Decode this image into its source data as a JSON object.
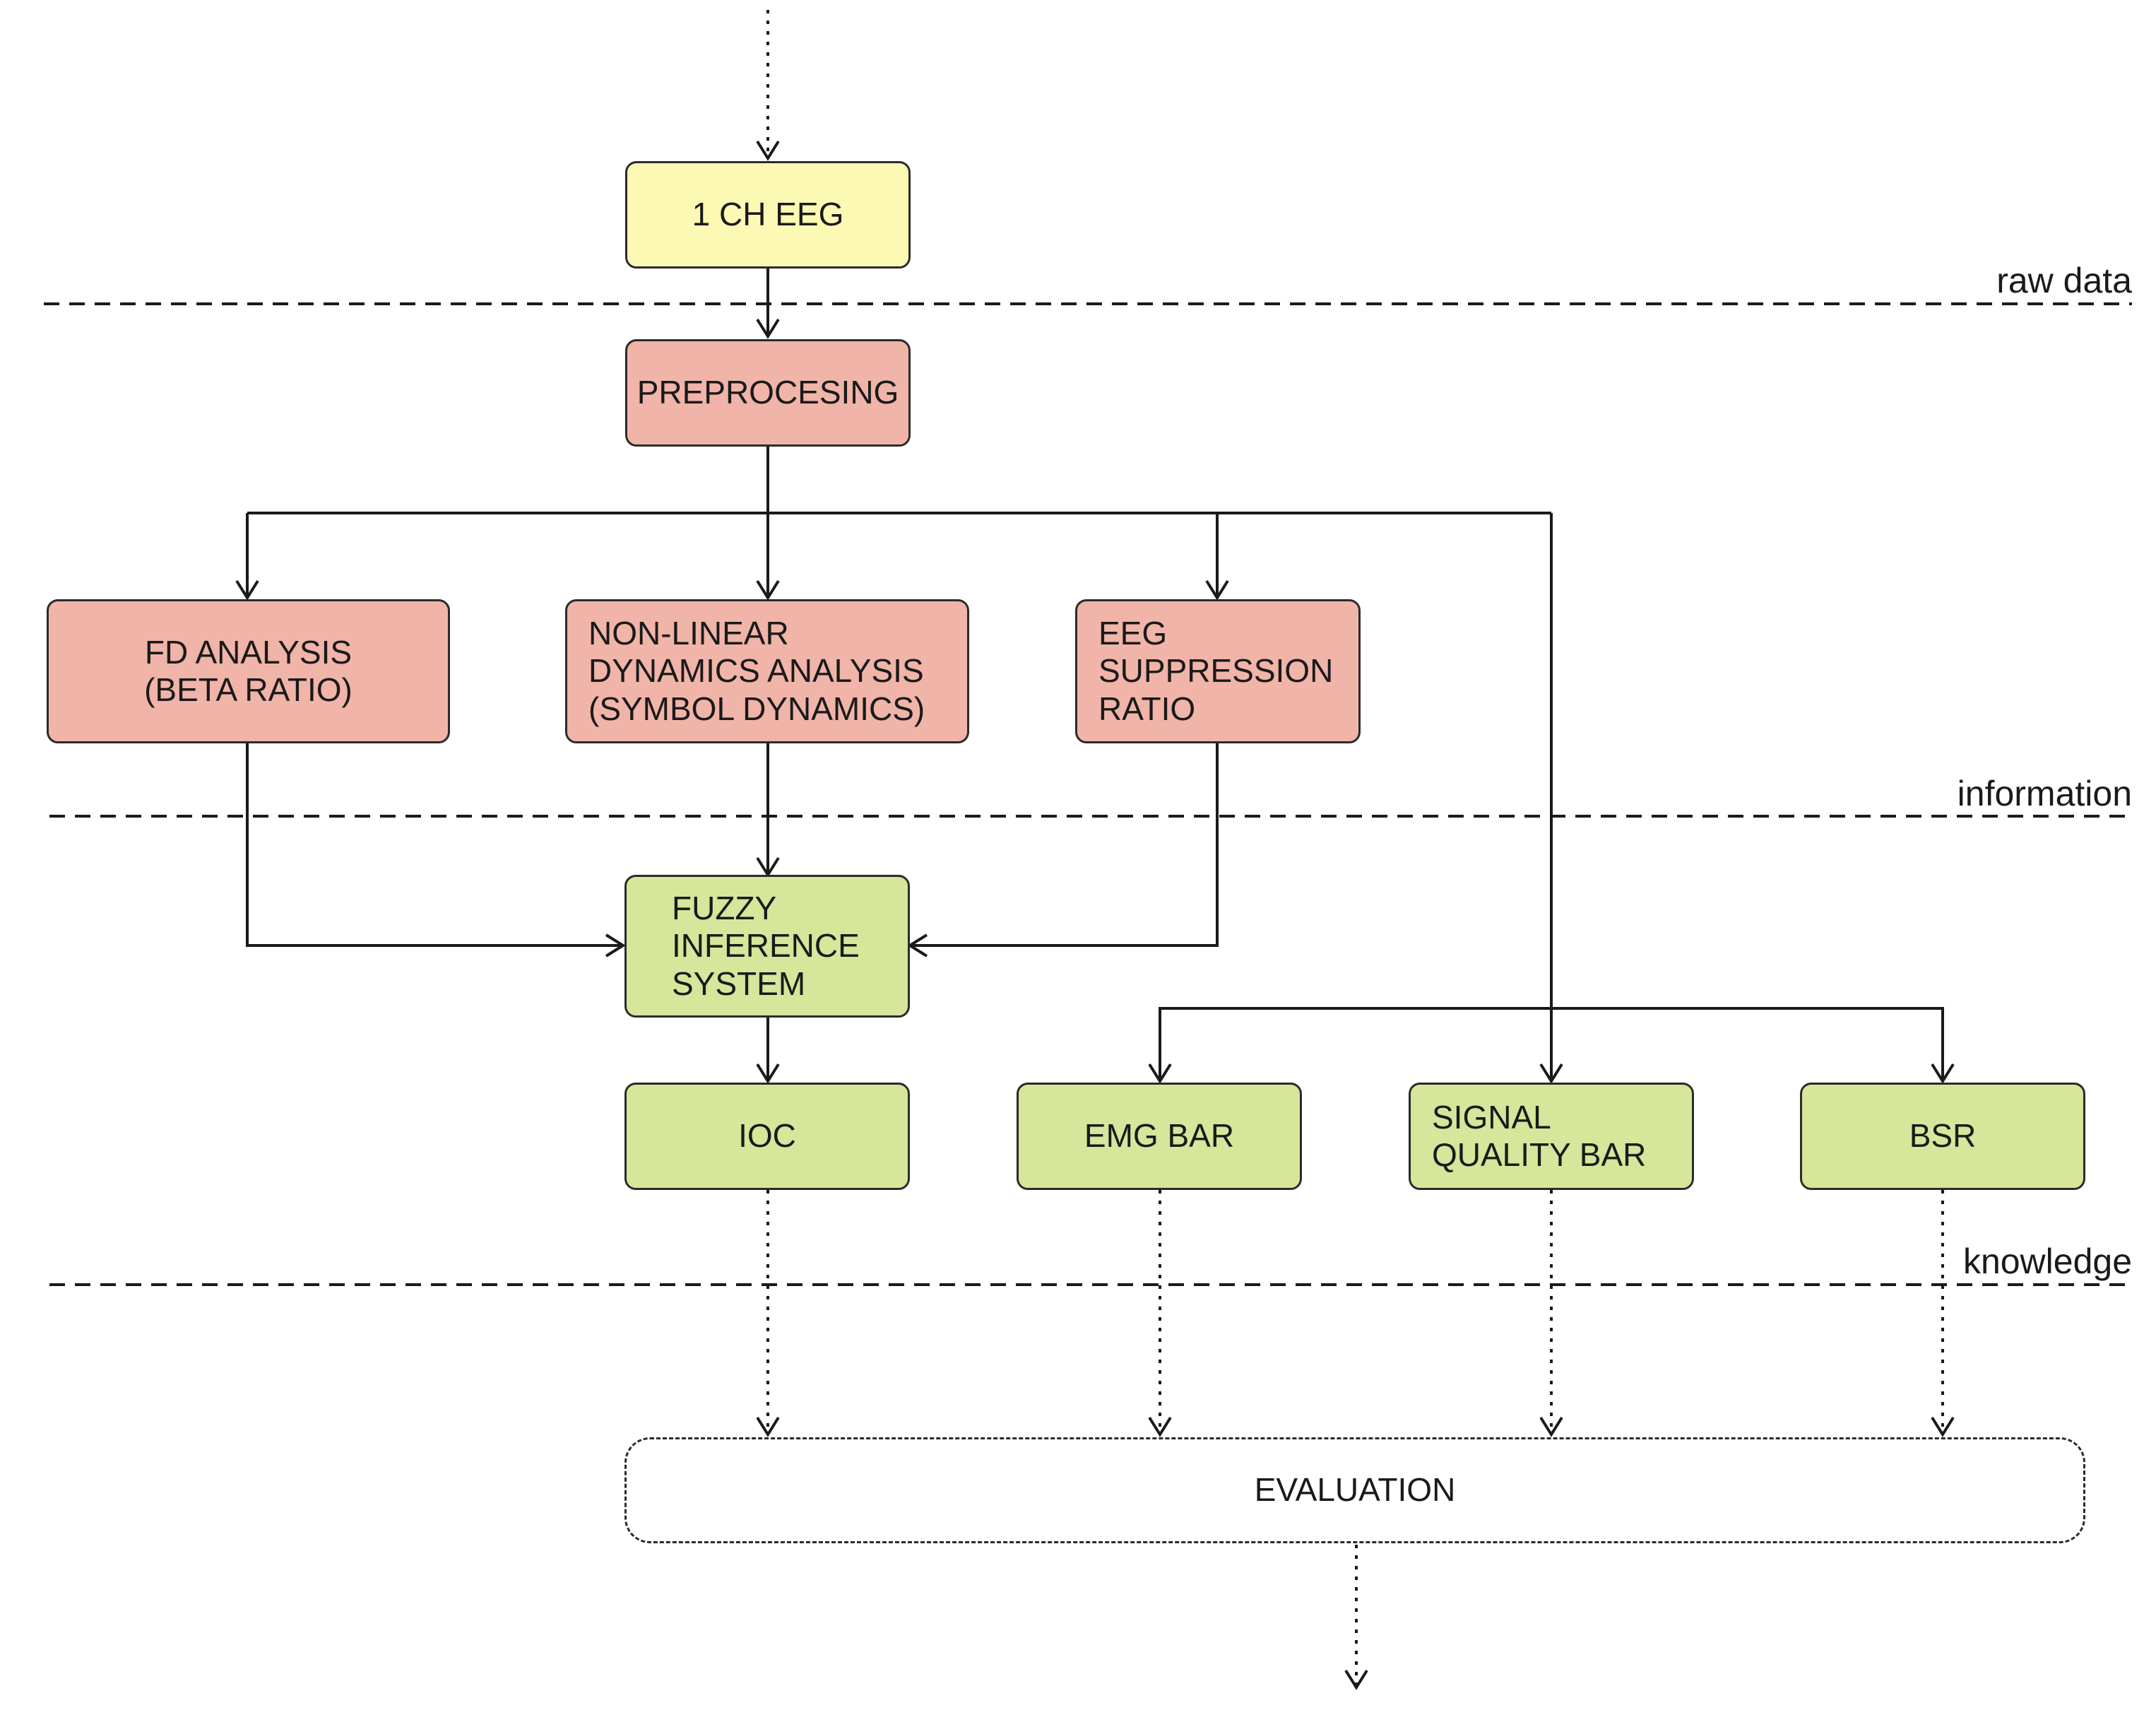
{
  "nodes": {
    "eeg": "1 CH EEG",
    "preprocessing": "PREPROCESING",
    "fd_analysis": "FD ANALYSIS\n(BETA RATIO)",
    "nonlinear": "NON-LINEAR\nDYNAMICS ANALYSIS\n(SYMBOL DYNAMICS)",
    "suppression": "EEG\nSUPPRESSION\nRATIO",
    "fuzzy": "FUZZY\nINFERENCE\nSYSTEM",
    "ioc": "IOC",
    "emg_bar": "EMG BAR",
    "signal_quality": "SIGNAL\nQUALITY BAR",
    "bsr": "BSR",
    "evaluation": "EVALUATION"
  },
  "layers": {
    "raw_data": "raw data",
    "information": "information",
    "knowledge": "knowledge"
  },
  "colors": {
    "input": "#fbf9b4",
    "processing": "#f1b4a8",
    "output": "#d6e69a",
    "line": "#1a1a1a"
  }
}
